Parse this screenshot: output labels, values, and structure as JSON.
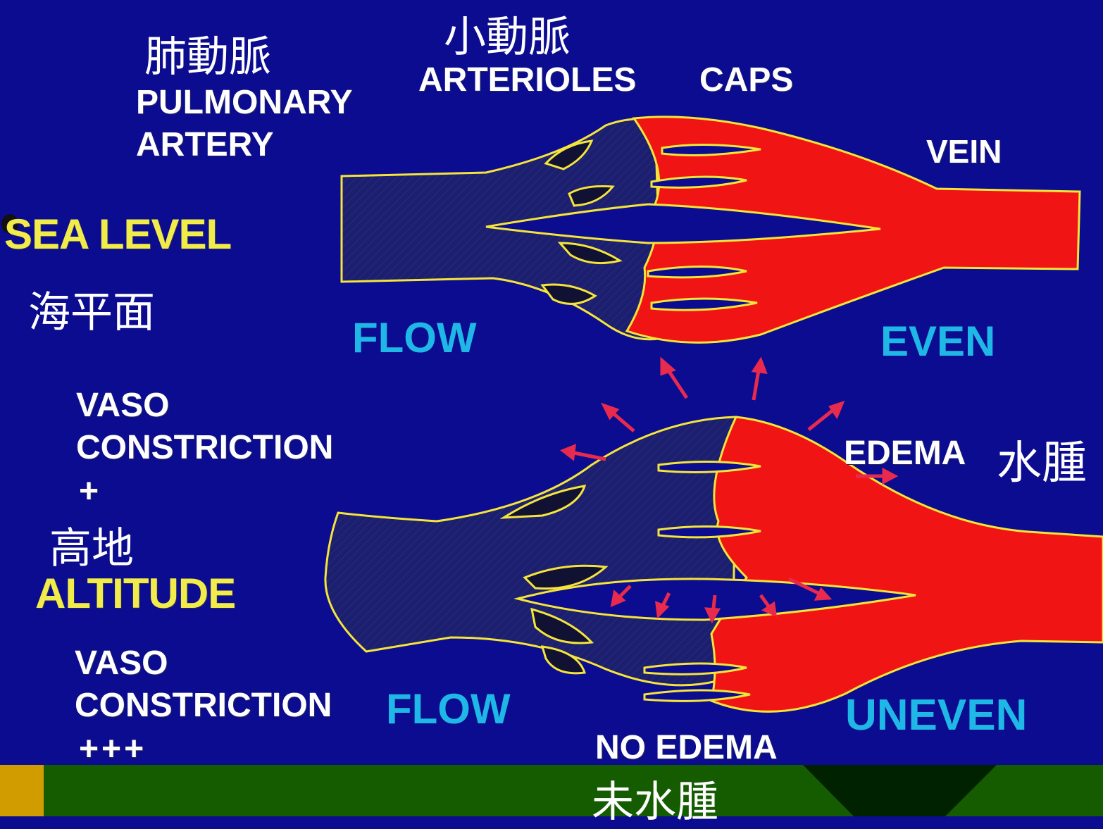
{
  "labels": {
    "pulmonary_artery_cjk": "肺動脈",
    "pulmonary": "PULMONARY",
    "artery": "ARTERY",
    "arterioles_cjk": "小動脈",
    "arterioles": "ARTERIOLES",
    "caps": "CAPS",
    "vein": "VEIN",
    "sea_level": "SEA LEVEL",
    "sea_level_cjk": "海平面",
    "flow_top": "FLOW",
    "even": "EVEN",
    "vaso_1": "VASO",
    "constriction_1": "CONSTRICTION",
    "plus_1": "+",
    "altitude_cjk": "高地",
    "altitude": "ALTITUDE",
    "vaso_2": "VASO",
    "constriction_2": "CONSTRICTION",
    "plus_3": "+++",
    "flow_bottom": "FLOW",
    "edema": "EDEMA",
    "edema_cjk": "水腫",
    "uneven": "UNEVEN",
    "no_edema": "NO EDEMA",
    "no_edema_cjk": "未水腫"
  },
  "colors": {
    "background": "#0b0c8f",
    "vessel_dark": "#1c1f6e",
    "blood_red": "#f01414",
    "outline_yellow": "#f5e53a",
    "arrow_red": "#e82a4e",
    "footer_green": "#155c00",
    "footer_gold": "#d19c00",
    "footer_dark": "#002200"
  }
}
